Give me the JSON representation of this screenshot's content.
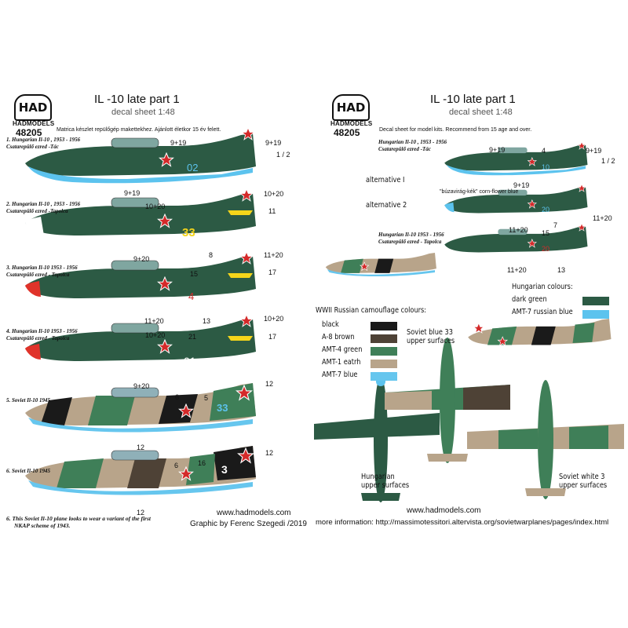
{
  "left": {
    "logo": {
      "text": "HAD",
      "brand": "HADMODELS",
      "number": "48205"
    },
    "title": "IL -10 late part 1",
    "subtitle": "decal sheet 1:48",
    "note": "Matrica készlet repülőgép makettekhez. Ajánlott életkor 15 év felett.",
    "planes": [
      {
        "caption_line1": "1. Hungarian Il-10 , 1953 - 1956",
        "caption_line2": "Csatarepülő ezred -Tác",
        "number": "02",
        "labels": {
          "a": "9+19",
          "b": "9+19",
          "c": "1 / 2",
          "d": "9+19"
        }
      },
      {
        "caption_line1": "2. Hungarian Il-10 , 1953 - 1956",
        "caption_line2": "Csatarepülő ezred -Tapolca",
        "number": "33",
        "labels": {
          "a": "10+20",
          "b": "10+20",
          "c": "11",
          "d": "9+20",
          "e": "8"
        }
      },
      {
        "caption_line1": "3. Hungarian Il-10 1953 - 1956",
        "caption_line2": "Csatarepülő ezred - Tapolca",
        "number": "4",
        "labels": {
          "a": "15",
          "b": "11+20",
          "c": "17",
          "d": "11+20",
          "e": "13"
        }
      },
      {
        "caption_line1": "4. Hungarian Il-10 1953 - 1956",
        "caption_line2": "Csatarepülő ezred - Tapolca",
        "number": "01",
        "labels": {
          "a": "10+20",
          "b": "21",
          "c": "10+20",
          "d": "17",
          "e": "9+20"
        }
      },
      {
        "caption_line1": "5. Soviet Il-10 1945",
        "caption_line2": "",
        "number": "33",
        "labels": {
          "a": "6",
          "b": "5",
          "c": "12",
          "d": "12"
        }
      },
      {
        "caption_line1": "6. Soviet Il-10 1945",
        "caption_line2": "",
        "number": "3",
        "labels": {
          "a": "16",
          "b": "6",
          "c": "12",
          "d": "12"
        }
      }
    ],
    "footnote_line1": "6.  This Soviet Il-10 plane looks to wear a variant of the first",
    "footnote_line2": "NKAP scheme of 1943.",
    "website": "www.hadmodels.com",
    "credit": "Graphic by Ferenc Szegedi /2019"
  },
  "right": {
    "logo": {
      "text": "HAD",
      "brand": "HADMODELS",
      "number": "48205"
    },
    "title": "IL -10 late part 1",
    "subtitle": "decal sheet 1:48",
    "note": "Decal sheet for model kits. Recommend from 15 age and over.",
    "caption1_line1": "Hungarian Il-10 , 1953 - 1956",
    "caption1_line2": "Csatarepülő ezred -Tác",
    "alt1": "alternative I",
    "alt2": "alternative 2",
    "blue_note": "\"búzavirág-kék\" corn-flower blue",
    "caption2_line1": "Hungarian Il-10 1953 - 1956",
    "caption2_line2": "Csatarepülő ezred - Tapolca",
    "labels": {
      "l1": "9+19",
      "l2": "4",
      "l3": "9+19",
      "l4": "1 / 2",
      "l5": "9+19",
      "l6": "11+20",
      "l7": "7",
      "l8": "11+20",
      "l9": "15",
      "l10": "11+20",
      "l11": "13",
      "n1": "10",
      "n2": "20",
      "n3": "20"
    },
    "hun_colours": {
      "title": "Hungarian colours:",
      "items": [
        {
          "name": "dark green",
          "color": "#2c5a44"
        },
        {
          "name": "AMT-7 russian blue",
          "color": "#5cc3ee"
        }
      ]
    },
    "ww2_colours": {
      "title": "WWII Russian camouflage colours:",
      "items": [
        {
          "name": "black",
          "color": "#1a1a1a"
        },
        {
          "name": "A-8 brown",
          "color": "#4e4236"
        },
        {
          "name": "AMT-4 green",
          "color": "#3f7f58"
        },
        {
          "name": "AMT-1 eatrh",
          "color": "#b8a48a"
        },
        {
          "name": "AMT-7 blue",
          "color": "#66c6ee"
        }
      ]
    },
    "soviet_blue": {
      "line1": "Soviet blue 33",
      "line2": "upper surfaces"
    },
    "hungarian_upper": {
      "line1": "Hungarian",
      "line2": "upper surfaces"
    },
    "soviet_white": {
      "line1": "Soviet white 3",
      "line2": "upper surfaces"
    },
    "website": "www.hadmodels.com",
    "more_info": "more information: http://massimotessitori.altervista.org/sovietwarplanes/pages/index.html"
  },
  "colors": {
    "hun_green": "#2c5a44",
    "blue": "#5cc3ee",
    "sov_green": "#3f7f58",
    "earth": "#b8a48a",
    "black": "#1a1a1a",
    "red": "#d42a2a",
    "yellow": "#f5d51a"
  }
}
